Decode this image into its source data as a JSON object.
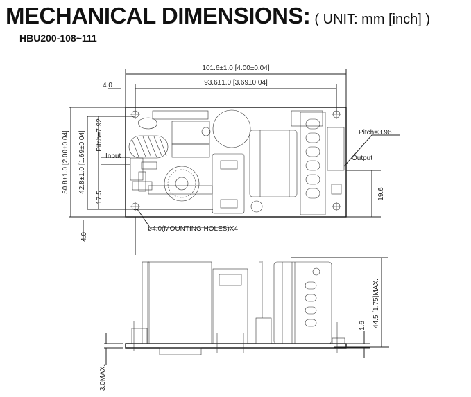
{
  "header": {
    "title": "MECHANICAL DIMENSIONS:",
    "unit": "( UNIT: mm [inch] )",
    "model": "HBU200-108~111"
  },
  "top_view": {
    "overall_width": "101.6±1.0 [4.00±0.04]",
    "hole_spacing_width": "93.6±1.0 [3.69±0.04]",
    "hole_offset_left": "4.0",
    "overall_height": "50.8±1.0 [2.00±0.04]",
    "hole_spacing_height": "42.8±1.0 [1.69±0.04]",
    "input_pitch": "Pitch=7.92",
    "input_label": "Input",
    "input_offset": "17.5",
    "output_pitch": "Pitch=3.96",
    "output_label": "Output",
    "output_offset": "19.6",
    "mounting_holes": "ø4.0(MOUNTING HOLES)X4",
    "hole_offset_bottom": "4.0"
  },
  "side_view": {
    "max_height": "44.5 [1.75]MAX.",
    "pcb_thickness": "1.6",
    "pin_protrusion": "3.0MAX."
  }
}
